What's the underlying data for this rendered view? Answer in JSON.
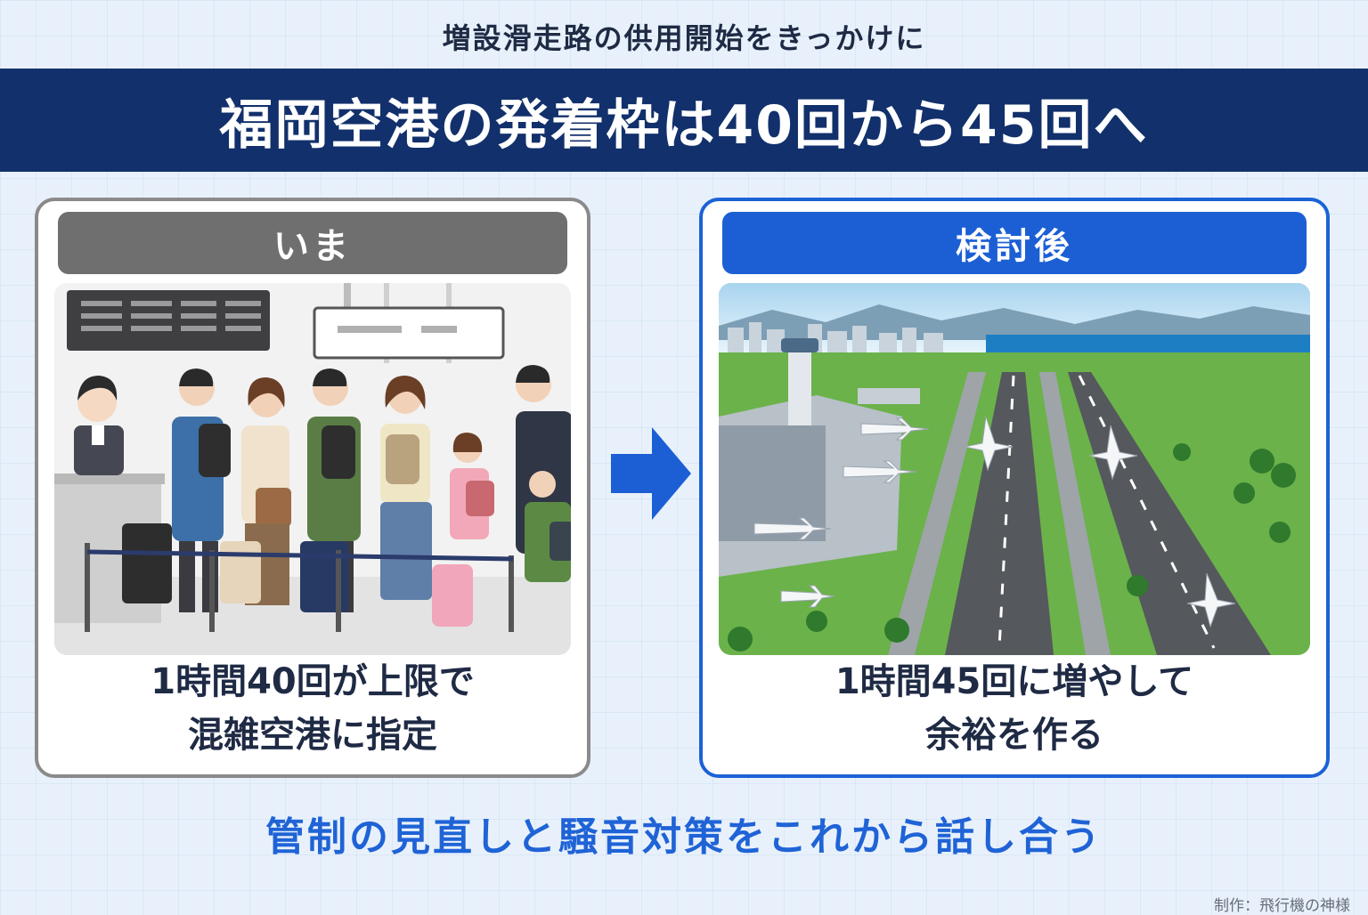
{
  "header": {
    "subtitle": "増設滑走路の供用開始をきっかけに",
    "title": "福岡空港の発着枠は40回から45回へ"
  },
  "before": {
    "label": "いま",
    "caption_line1": "1時間40回が上限で",
    "caption_line2": "混雑空港に指定"
  },
  "after": {
    "label": "検討後",
    "caption_line1": "1時間45回に増やして",
    "caption_line2": "余裕を作る"
  },
  "footer": {
    "note": "管制の見直しと騒音対策をこれから話し合う"
  },
  "credit": "制作：飛行機の神様",
  "colors": {
    "navy": "#12306b",
    "blue_accent": "#1c5fd4",
    "gray_header": "#6f6f6f",
    "footer_blue": "#1f63d6"
  }
}
